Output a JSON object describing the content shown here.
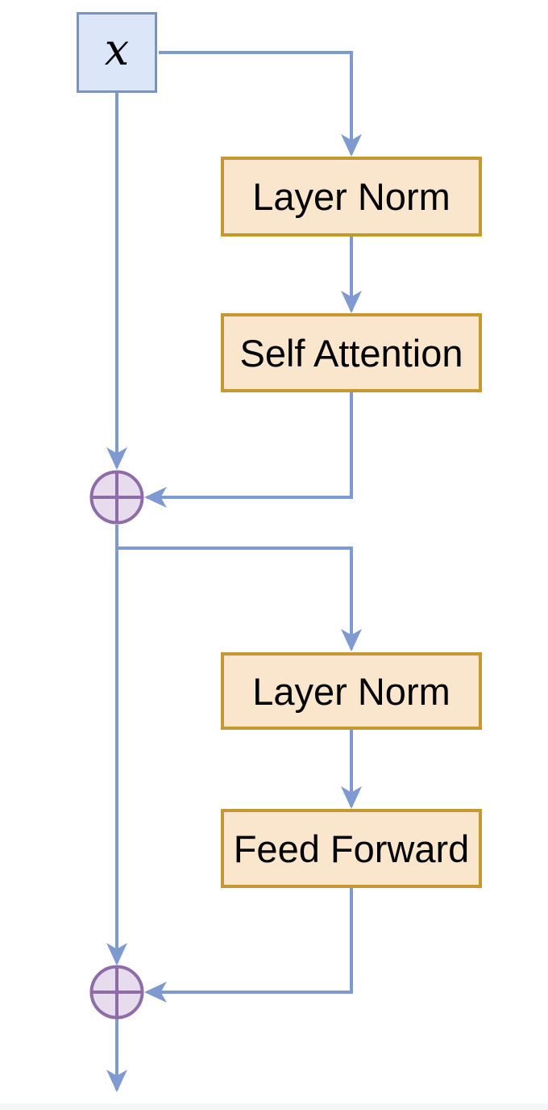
{
  "diagram": {
    "nodes": {
      "input": {
        "label": "x"
      },
      "layer_norm_1": {
        "label": "Layer Norm"
      },
      "self_attention": {
        "label": "Self Attention"
      },
      "layer_norm_2": {
        "label": "Layer Norm"
      },
      "feed_forward": {
        "label": "Feed Forward"
      },
      "add_1": {
        "symbol": "⊕"
      },
      "add_2": {
        "symbol": "⊕"
      }
    },
    "edges": [
      {
        "from": "input",
        "to": "layer_norm_1"
      },
      {
        "from": "layer_norm_1",
        "to": "self_attention"
      },
      {
        "from": "self_attention",
        "to": "add_1"
      },
      {
        "from": "input",
        "to": "add_1",
        "kind": "residual"
      },
      {
        "from": "add_1",
        "to": "layer_norm_2"
      },
      {
        "from": "layer_norm_2",
        "to": "feed_forward"
      },
      {
        "from": "feed_forward",
        "to": "add_2"
      },
      {
        "from": "add_1",
        "to": "add_2",
        "kind": "residual"
      },
      {
        "from": "add_2",
        "to": "output"
      }
    ],
    "colors": {
      "canvas": "#ffffff",
      "connector": "#7f9ad1",
      "input_fill": "#dbe6f8",
      "input_stroke": "#7d93bf",
      "block_fill": "#fae6cd",
      "block_stroke": "#c79830",
      "add_fill": "#e6dcee",
      "add_stroke": "#8e6ca8",
      "label_text": "#000000",
      "page_edge": "#f5f6f8"
    }
  }
}
